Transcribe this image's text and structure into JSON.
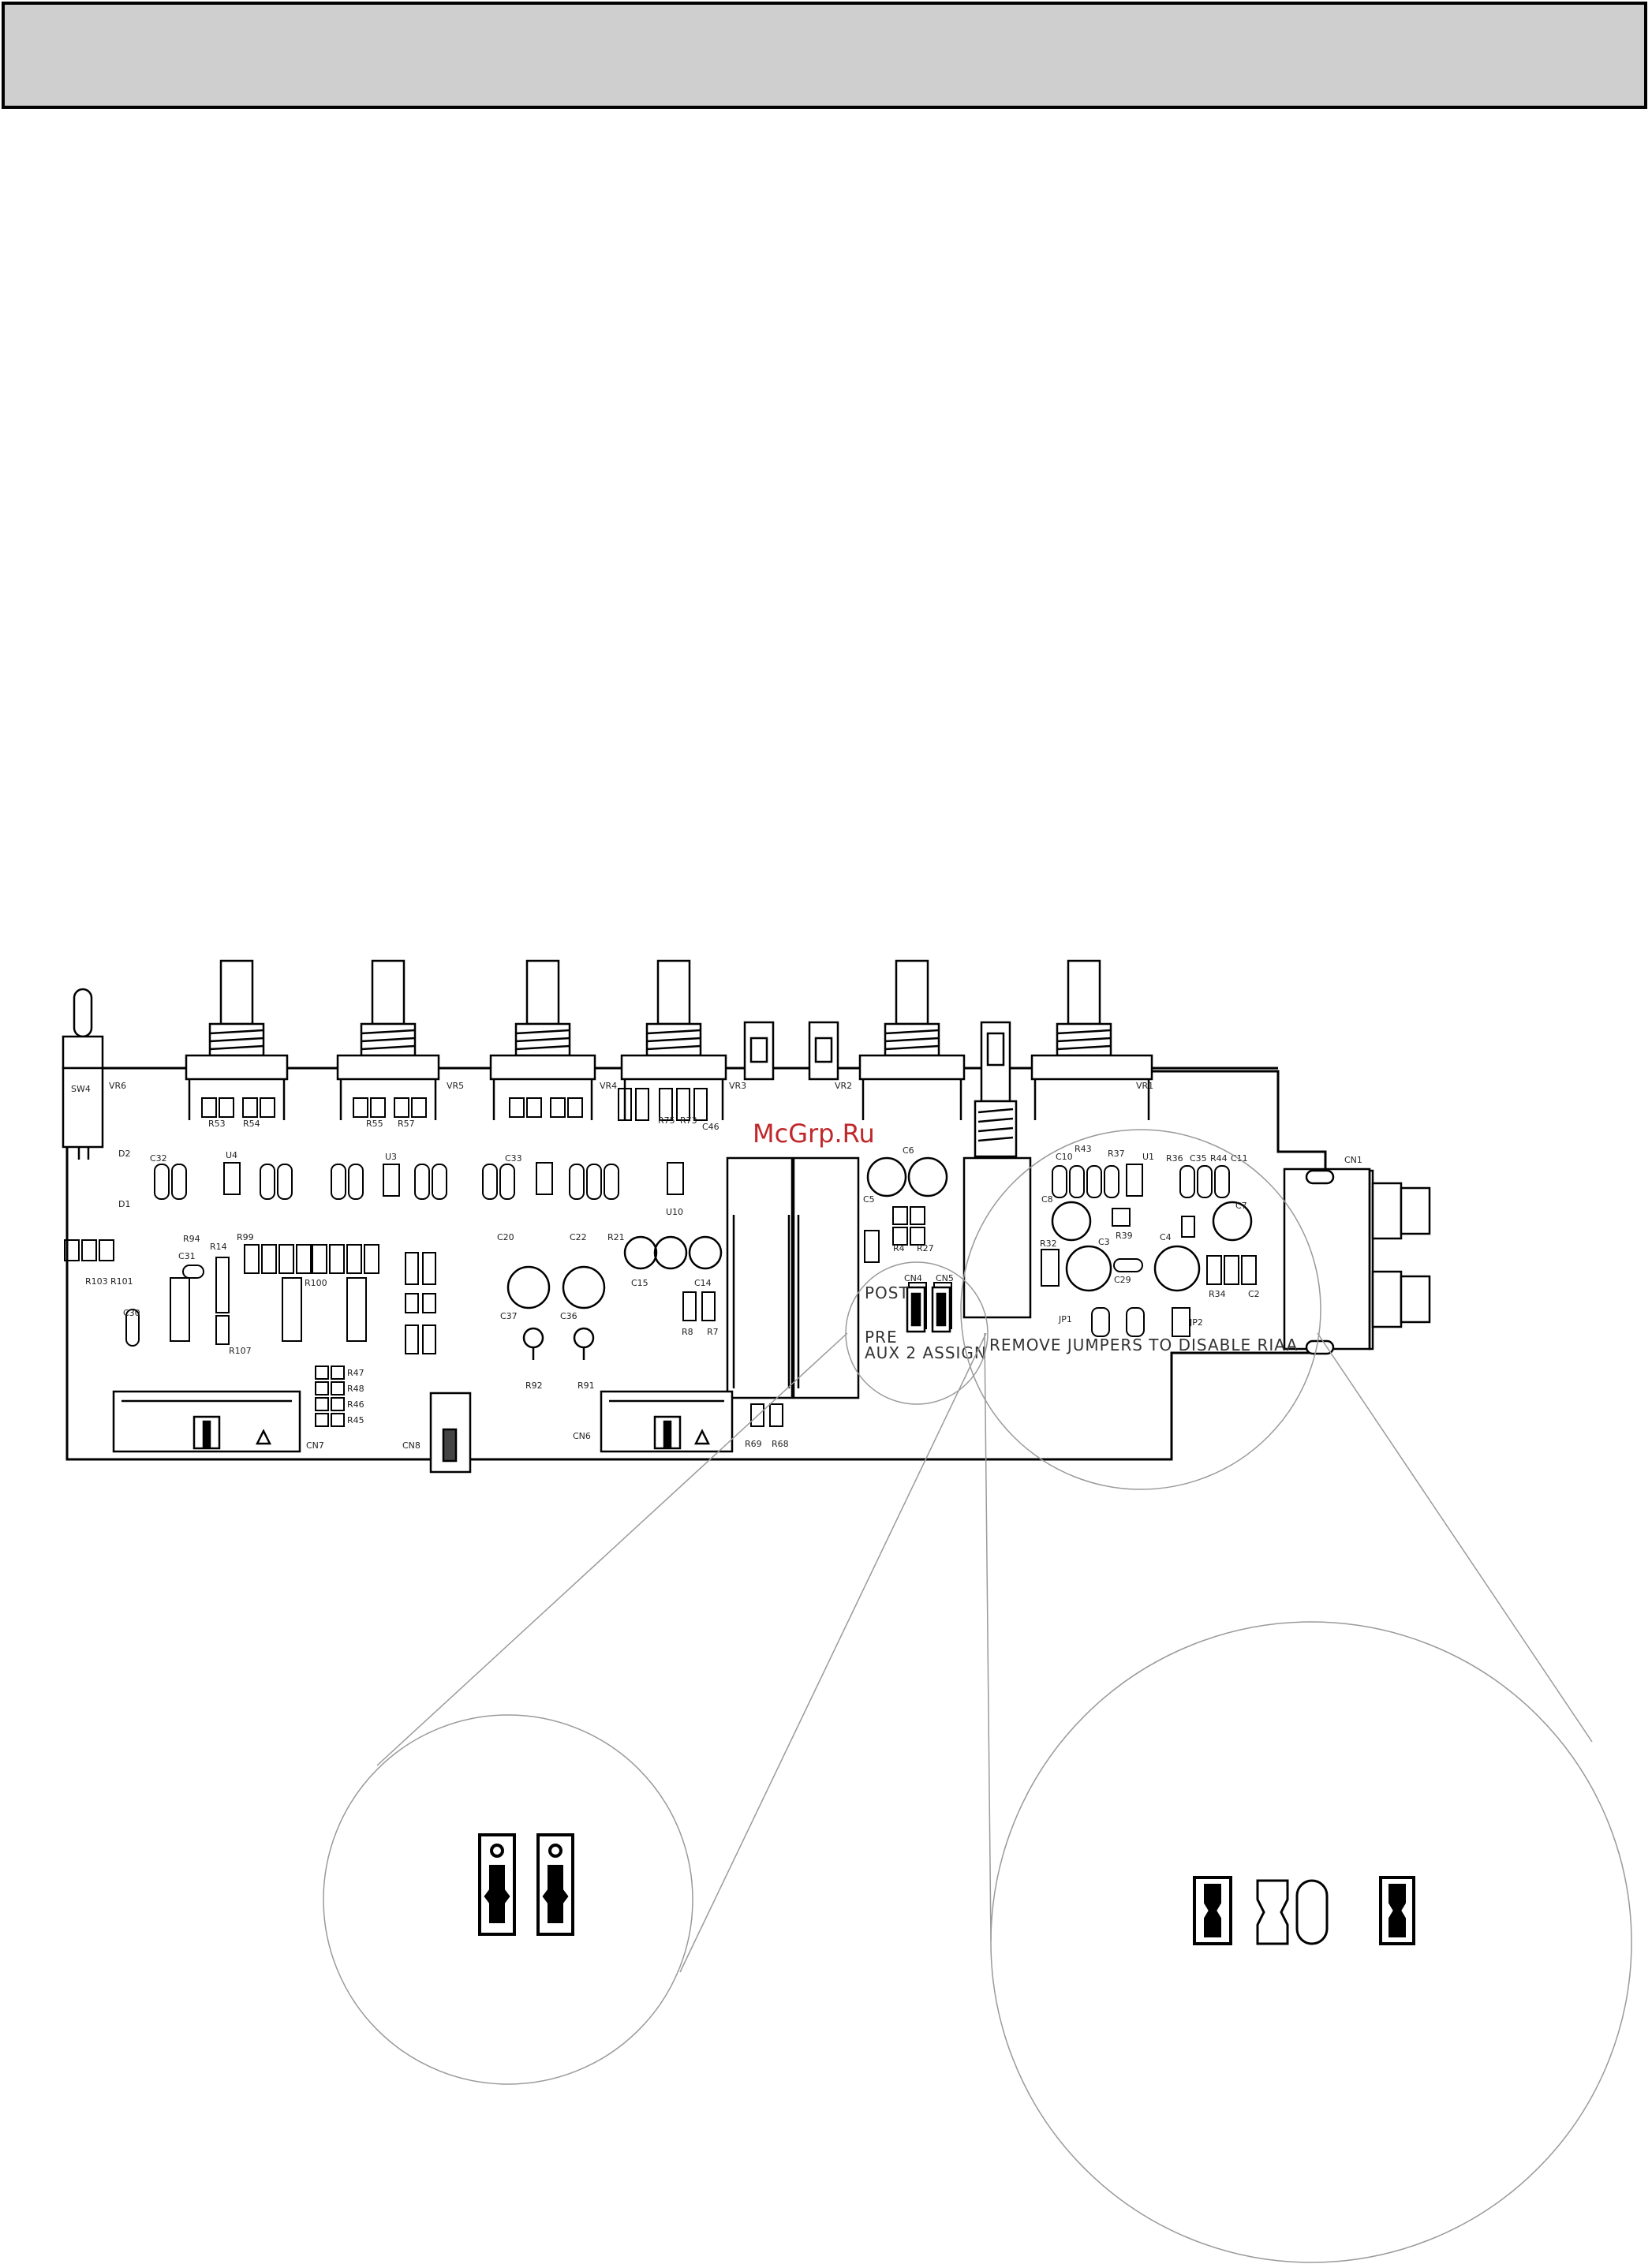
{
  "header": {
    "title": ""
  },
  "watermark": "McGrp.Ru",
  "notes": {
    "post": "POST",
    "pre": "PRE",
    "aux_assign": "AUX 2 ASSIGN",
    "riaa": "REMOVE JUMPERS TO DISABLE RIAA"
  },
  "pot_labels": [
    "VR6",
    "VR5",
    "VR4",
    "VR3",
    "VR2",
    "VR1"
  ],
  "switch_label": "SW4",
  "connector_labels": [
    "CN7",
    "CN8",
    "CN6",
    "CN4",
    "CN5",
    "CN1"
  ],
  "jumper_labels": [
    "JP1",
    "JP2"
  ],
  "ic_labels": [
    "U4",
    "U3",
    "U10",
    "U1"
  ],
  "part_labels_left": [
    "R53",
    "R54",
    "R55",
    "R57",
    "R47",
    "R48",
    "R46",
    "R45",
    "R107",
    "R100",
    "C30",
    "C31",
    "C32",
    "C33",
    "D2",
    "D1",
    "R103",
    "R101",
    "R94",
    "R99",
    "R14"
  ],
  "part_labels_mid": [
    "C37",
    "C36",
    "R92",
    "R91",
    "C15",
    "C14",
    "R8",
    "R7",
    "R69",
    "R68",
    "R75",
    "R73",
    "C46",
    "R21",
    "C22",
    "C20",
    "R39",
    "R4",
    "R27",
    "C5",
    "C6"
  ],
  "part_labels_right": [
    "C10",
    "R43",
    "R37",
    "R36",
    "C35",
    "R44",
    "C11",
    "C8",
    "C7",
    "C29",
    "C3",
    "C4",
    "R32",
    "R34",
    "C2"
  ],
  "colors": {
    "ink": "#000000",
    "header_fill": "#cfcfcf",
    "watermark": "#c0282b",
    "leader": "#9a9a9a"
  }
}
